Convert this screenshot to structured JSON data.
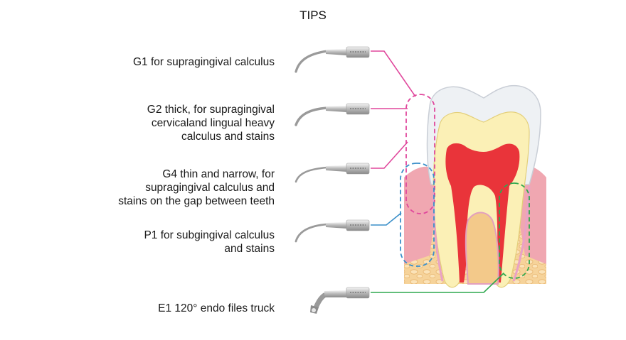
{
  "title": "TIPS",
  "tips": [
    {
      "code": "G1",
      "text": "G1  for supragingival calculus",
      "line_color": "#e0479c"
    },
    {
      "code": "G2",
      "text": "G2  thick, for supragingival\ncervicaland lingual heavy\ncalculus and stains",
      "line_color": "#e0479c"
    },
    {
      "code": "G4",
      "text": "G4 thin and narrow, for\nsupragingival calculus and\nstains on the gap between teeth",
      "line_color": "#e0479c"
    },
    {
      "code": "P1",
      "text": "P1  for subgingival calculus\nand stains",
      "line_color": "#3a8fc9"
    },
    {
      "code": "E1",
      "text": "E1  120° endo files truck",
      "line_color": "#2fa84f"
    }
  ]
}
